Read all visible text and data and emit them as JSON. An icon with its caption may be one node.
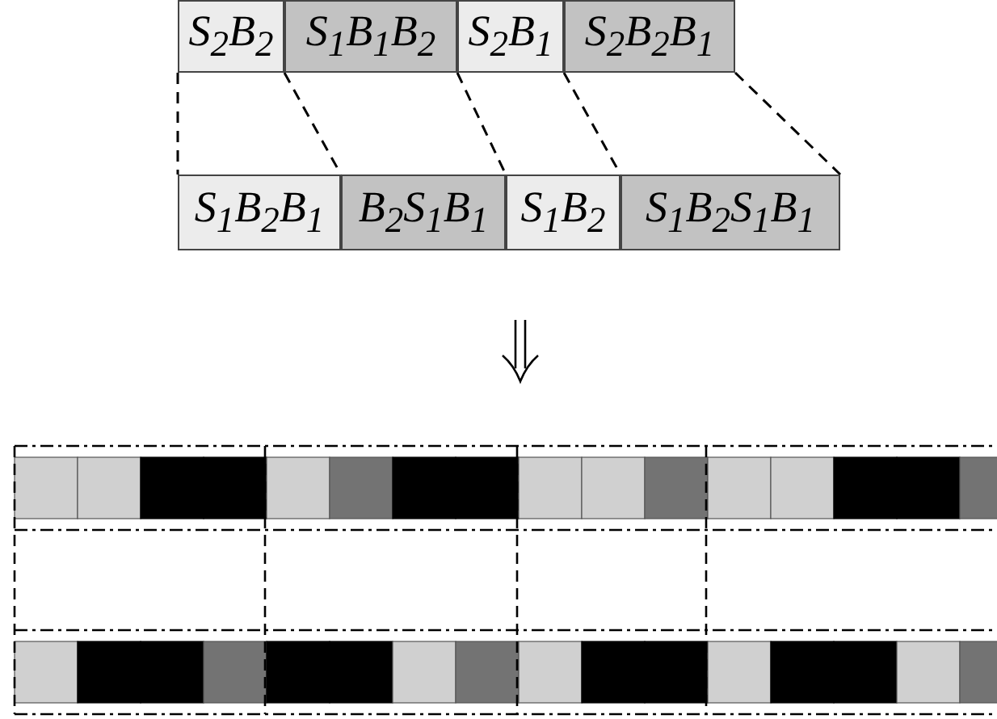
{
  "diagram": {
    "nodes": [
      {
        "text": [
          "S$_{2}$B$_{2}$"
        ]
      },
      {
        "text": [
          "S$_{1}$B$_{1}$B$_{2}$"
        ]
      },
      {
        "text": [
          "S$_{2}$B$_{1}$"
        ]
      },
      {
        "text": [
          "S$_{2}$B$_{2}$B$_{1}$"
        ]
      },
      {
        "text": [
          "S$_{1}$B$_{2}$B$_{1}$"
        ]
      },
      {
        "text": [
          "B$_{2}$S$_{1}$B$_{1}$"
        ]
      },
      {
        "text": [
          "S$_{1}$B$_{2}$"
        ]
      },
      {
        "text": [
          "S$_{1}$B$_{2}$S$_{1}$B$_{1}$"
        ]
      }
    ],
    "edges": [
      {
        "from": 0,
        "to": 4,
        "arrow": "none",
        "style": "dashed"
      },
      {
        "from": 1,
        "to": 5,
        "arrow": "none",
        "style": "dashed"
      },
      {
        "from": 2,
        "to": 6,
        "arrow": "none",
        "style": "dashed"
      },
      {
        "from": 3,
        "to": 7,
        "arrow": "none",
        "style": "dashed"
      },
      {
        "from": 3,
        "to": 7,
        "arrow": "none",
        "style": "dashed"
      }
    ]
  }
}
